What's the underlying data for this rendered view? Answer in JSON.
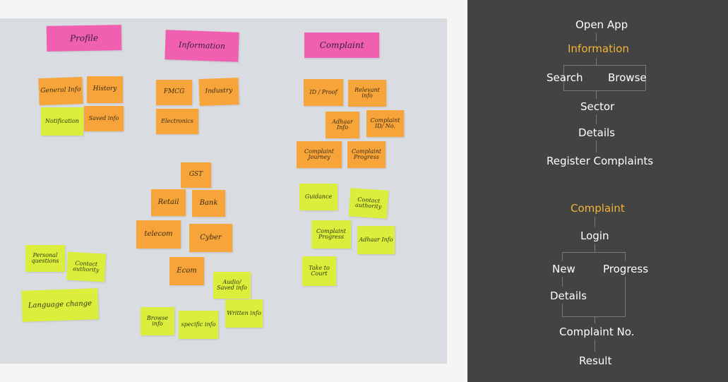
{
  "photo": {
    "headers": [
      {
        "text": "Profile"
      },
      {
        "text": "Information"
      },
      {
        "text": "Complaint"
      }
    ],
    "notes": [
      {
        "name": "note-general-info",
        "text": "General Info"
      },
      {
        "name": "note-history",
        "text": "History"
      },
      {
        "name": "note-notification",
        "text": "Notification"
      },
      {
        "name": "note-saved-info",
        "text": "Saved info"
      },
      {
        "name": "note-personal-questions",
        "text": "Personal questions"
      },
      {
        "name": "note-contact-authority-profile",
        "text": "Contact authority"
      },
      {
        "name": "note-language-change",
        "text": "Language change"
      },
      {
        "name": "note-fmcg",
        "text": "FMCG"
      },
      {
        "name": "note-industry",
        "text": "Industry"
      },
      {
        "name": "note-electronics",
        "text": "Electronics"
      },
      {
        "name": "note-gst",
        "text": "GST"
      },
      {
        "name": "note-retail",
        "text": "Retail"
      },
      {
        "name": "note-bank",
        "text": "Bank"
      },
      {
        "name": "note-telecom",
        "text": "telecom"
      },
      {
        "name": "note-cyber",
        "text": "Cyber"
      },
      {
        "name": "note-ecom",
        "text": "Ecom"
      },
      {
        "name": "note-audio-saved-info",
        "text": "Audio/ Saved info"
      },
      {
        "name": "note-browse-info",
        "text": "Browse info"
      },
      {
        "name": "note-specific-info",
        "text": "specific info"
      },
      {
        "name": "note-written-info",
        "text": "Written info"
      },
      {
        "name": "note-id-proof",
        "text": "ID / Proof"
      },
      {
        "name": "note-relevant-info",
        "text": "Relevant info"
      },
      {
        "name": "note-adhaar-info-top",
        "text": "Adhaar Info"
      },
      {
        "name": "note-complaint-id",
        "text": "Complaint ID/ No."
      },
      {
        "name": "note-complaint-journey",
        "text": "Complaint Journey"
      },
      {
        "name": "note-complaint-progress-top",
        "text": "Complaint Progress"
      },
      {
        "name": "note-guidance",
        "text": "Guidance"
      },
      {
        "name": "note-contact-authority-complaint",
        "text": "Contact authority"
      },
      {
        "name": "note-complaint-progress-bottom",
        "text": "Complaint Progress"
      },
      {
        "name": "note-adhaar-info-bottom",
        "text": "Adhaar Info"
      },
      {
        "name": "note-take-to-court",
        "text": "Take to Court"
      }
    ]
  },
  "flow": {
    "open_app": "Open App",
    "information": "Information",
    "search": "Search",
    "browse": "Browse",
    "sector": "Sector",
    "details1": "Details",
    "register": "Register Complaints",
    "complaint": "Complaint",
    "login": "Login",
    "new": "New",
    "progress": "Progress",
    "details2": "Details",
    "complaint_no": "Complaint No.",
    "result": "Result",
    "accent_color": "#f5b335"
  }
}
